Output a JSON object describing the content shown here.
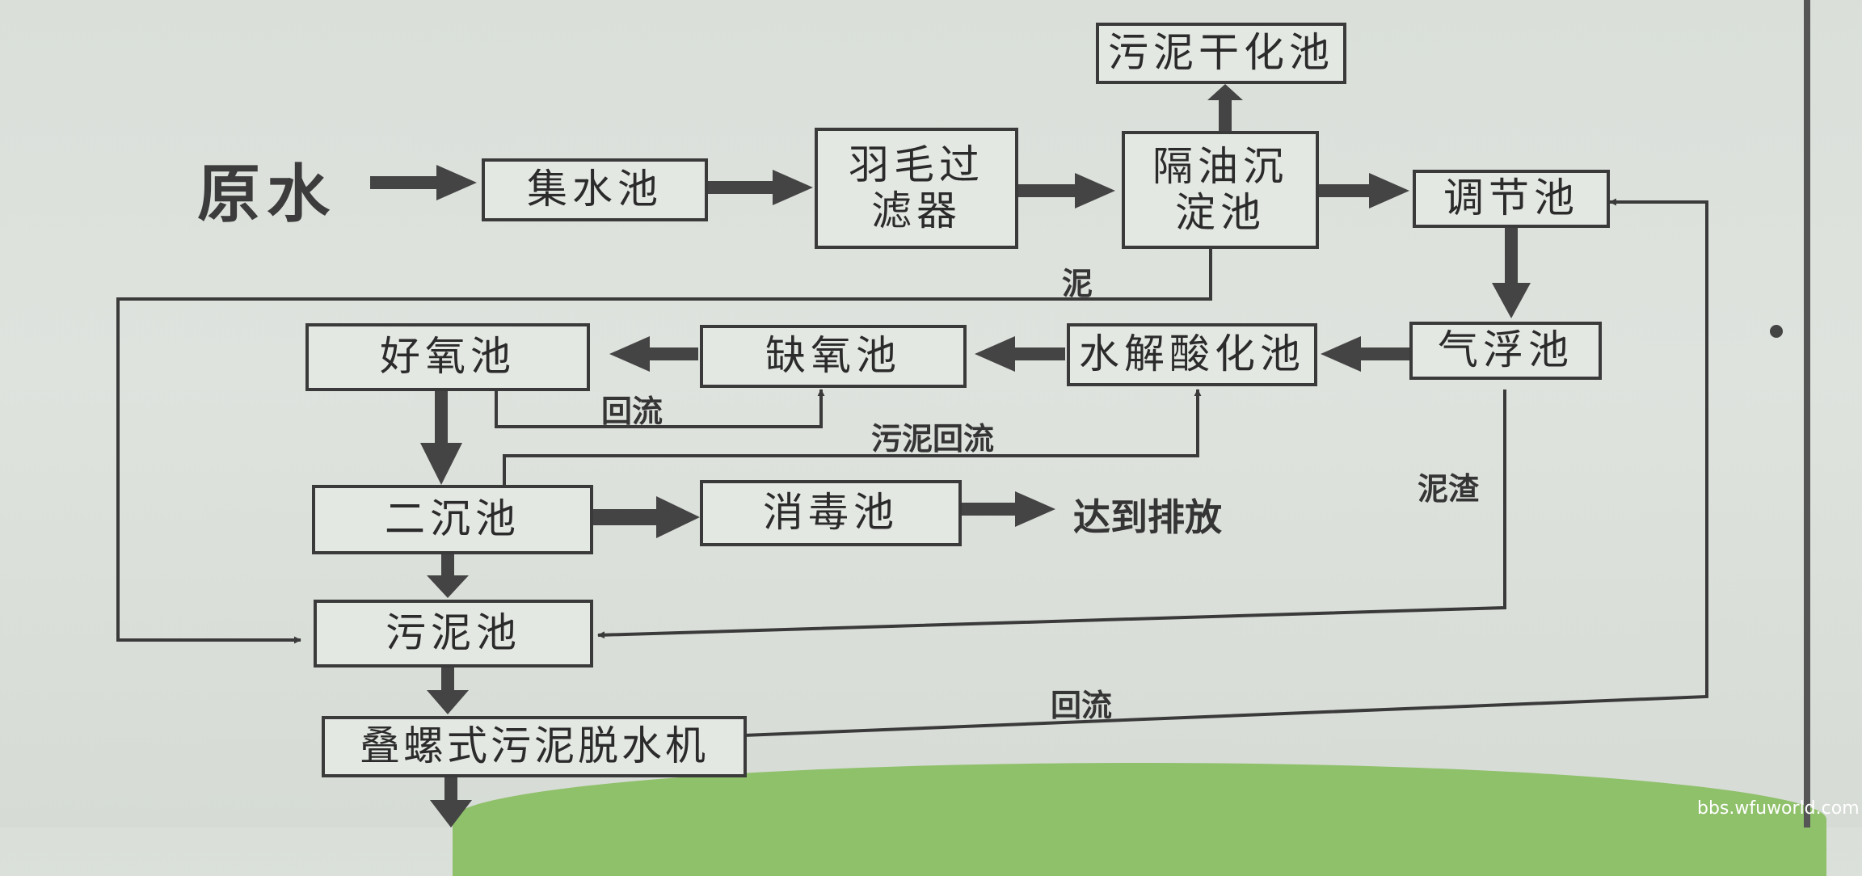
{
  "source": "原水",
  "nodes": {
    "collect": "集水池",
    "feather": "羽毛过\n滤器",
    "oil": "隔油沉\n淀池",
    "dry": "污泥干化池",
    "regulate": "调节池",
    "float": "气浮池",
    "hydrolysis": "水解酸化池",
    "anoxic": "缺氧池",
    "aerobic": "好氧池",
    "secondary": "二沉池",
    "disinfect": "消毒池",
    "sludge": "污泥池",
    "press": "叠螺式污泥脱水机"
  },
  "labels": {
    "mud": "泥",
    "reflux1": "回流",
    "sludge_reflux": "污泥回流",
    "scum": "泥渣",
    "reflux2": "回流",
    "discharge": "达到排放"
  },
  "watermark": "bbs.wfuworld.com"
}
